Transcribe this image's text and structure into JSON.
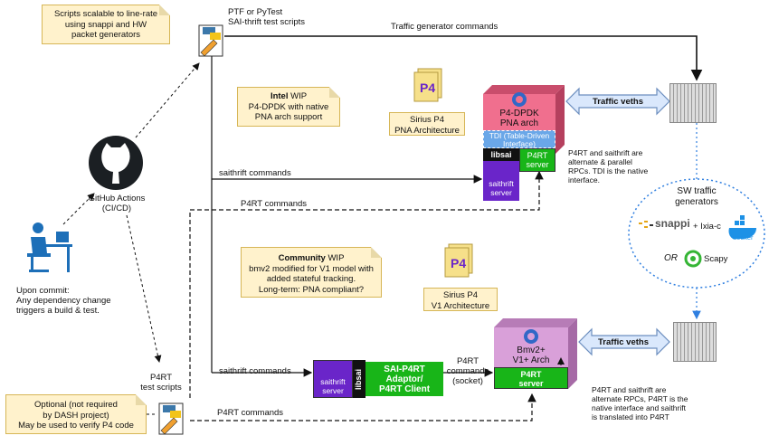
{
  "notes": {
    "scripts_scalable": "Scripts scalable to line-rate\nusing snappi and HW\npacket generators",
    "intel_bold": "Intel",
    "intel_rest": " WIP\nP4-DPDK with native\nPNA arch support",
    "community_bold": "Community",
    "community_rest": " WIP\nbmv2 modified for V1 model with\nadded stateful tracking.\nLong-term: PNA compliant?",
    "optional": "Optional (not required\nby DASH project)\nMay be used to verify P4 code"
  },
  "labels": {
    "ptf_scripts": "PTF or PyTest\nSAI-thrift test scripts",
    "traffic_gen_cmds": "Traffic generator commands",
    "github_actions": "GitHub Actions\n(CI/CD)",
    "upon_commit": "Upon commit:\nAny dependency change\ntriggers a build & test.",
    "saithrift_cmds_top": "saithrift commands",
    "p4rt_cmds_top": "P4RT commands",
    "saithrift_cmds_bottom": "saithrift commands",
    "p4rt_cmds_bottom": "P4RT commands",
    "p4rt_cmds_socket": "P4RT\ncommands\n(socket)",
    "p4rt_test_scripts": "P4RT\ntest scripts",
    "sirius_pna": "Sirius P4\nPNA Architecture",
    "sirius_v1": "Sirius P4\nV1 Architecture",
    "p4rt_parallel_note": "P4RT and saithrift are\nalternate & parallel\nRPCs. TDI is the native\ninterface.",
    "p4rt_alt_note": "P4RT and saithrift are\nalternate RPCs, P4RT is the\nnative interface and saithrift\nis translated into P4RT",
    "sw_traffic_gen": "SW traffic\ngenerators",
    "snappi": "snappi",
    "ixia_c": "+ Ixia-c",
    "docker": "docker",
    "or": "OR",
    "scapy": "Scapy",
    "traffic_veths_top": "Traffic veths",
    "traffic_veths_bottom": "Traffic veths"
  },
  "blocks": {
    "p4dpdk": "P4-DPDK\nPNA arch",
    "tdi": "TDI (Table-Driven\nInterface)",
    "libsai_top": "libsai",
    "p4rt_server_top": "P4RT\nserver",
    "saithrift_server_top": "saithrift\nserver",
    "bmv2": "Bmv2+\nV1+ Arch",
    "p4rt_server_bottom": "P4RT\nserver",
    "saithrift_server_bottom": "saithrift\nserver",
    "libsai_bottom": "libsai",
    "adaptor": "SAI-P4RT\nAdaptor/\nP4RT Client"
  },
  "colors": {
    "note_fill": "#fff2cc",
    "note_border": "#d6b656",
    "pink": "#f06f8e",
    "purple_block": "#6a25c9",
    "green": "#18b518",
    "tdi_blue": "#6aa7e8",
    "bmv2_violet": "#d9a0d9",
    "veth_fill": "#dae8fc",
    "dotted_blue": "#2f7fe0"
  }
}
